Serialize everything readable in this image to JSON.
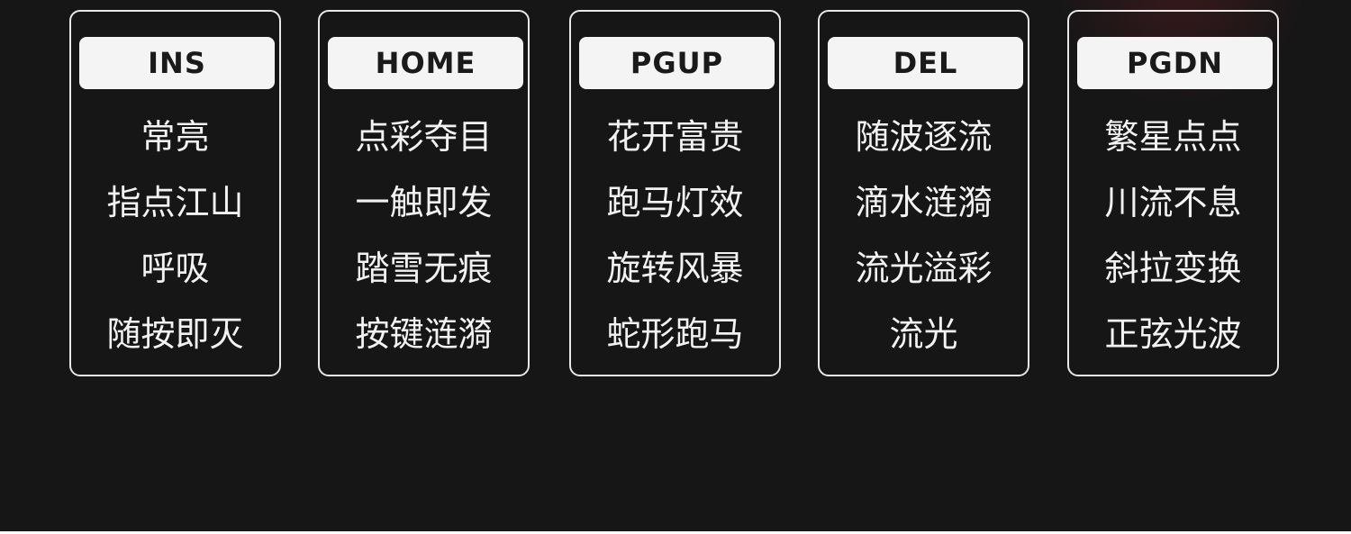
{
  "cards": [
    {
      "key": "INS",
      "modes": [
        "常亮",
        "指点江山",
        "呼吸",
        "随按即灭"
      ]
    },
    {
      "key": "HOME",
      "modes": [
        "点彩夺目",
        "一触即发",
        "踏雪无痕",
        "按键涟漪"
      ]
    },
    {
      "key": "PGUP",
      "modes": [
        "花开富贵",
        "跑马灯效",
        "旋转风暴",
        "蛇形跑马"
      ]
    },
    {
      "key": "DEL",
      "modes": [
        "随波逐流",
        "滴水涟漪",
        "流光溢彩",
        "流光"
      ]
    },
    {
      "key": "PGDN",
      "modes": [
        "繁星点点",
        "川流不息",
        "斜拉变换",
        "正弦光波"
      ]
    }
  ],
  "colors": {
    "background": "#161616",
    "border": "#e8e8e8",
    "label_bg": "#f4f4f4",
    "label_text": "#1a1a1a",
    "mode_text": "#f2f2f2"
  }
}
